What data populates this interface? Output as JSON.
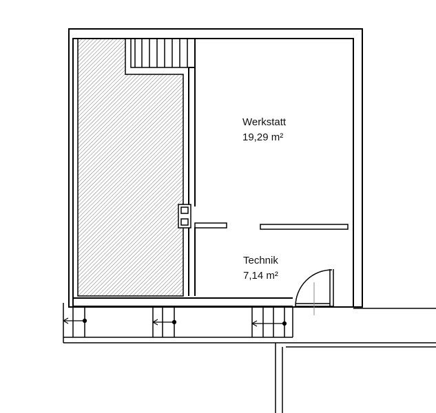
{
  "rooms": [
    {
      "id": "werkstatt",
      "name": "Werkstatt",
      "area": "19,29 m²"
    },
    {
      "id": "technik",
      "name": "Technik",
      "area": "7,14 m²"
    }
  ],
  "colors": {
    "wall": "#000000",
    "background": "#ffffff",
    "hatch": "#777777",
    "text": "#111111"
  },
  "symbols": {
    "hatched_area": "hatch-pattern",
    "stairs": "stair-treads",
    "door": "door-swing-arc",
    "chimney": "chimney-flue-symbol",
    "stair_arrows": "stair-direction-arrow"
  }
}
